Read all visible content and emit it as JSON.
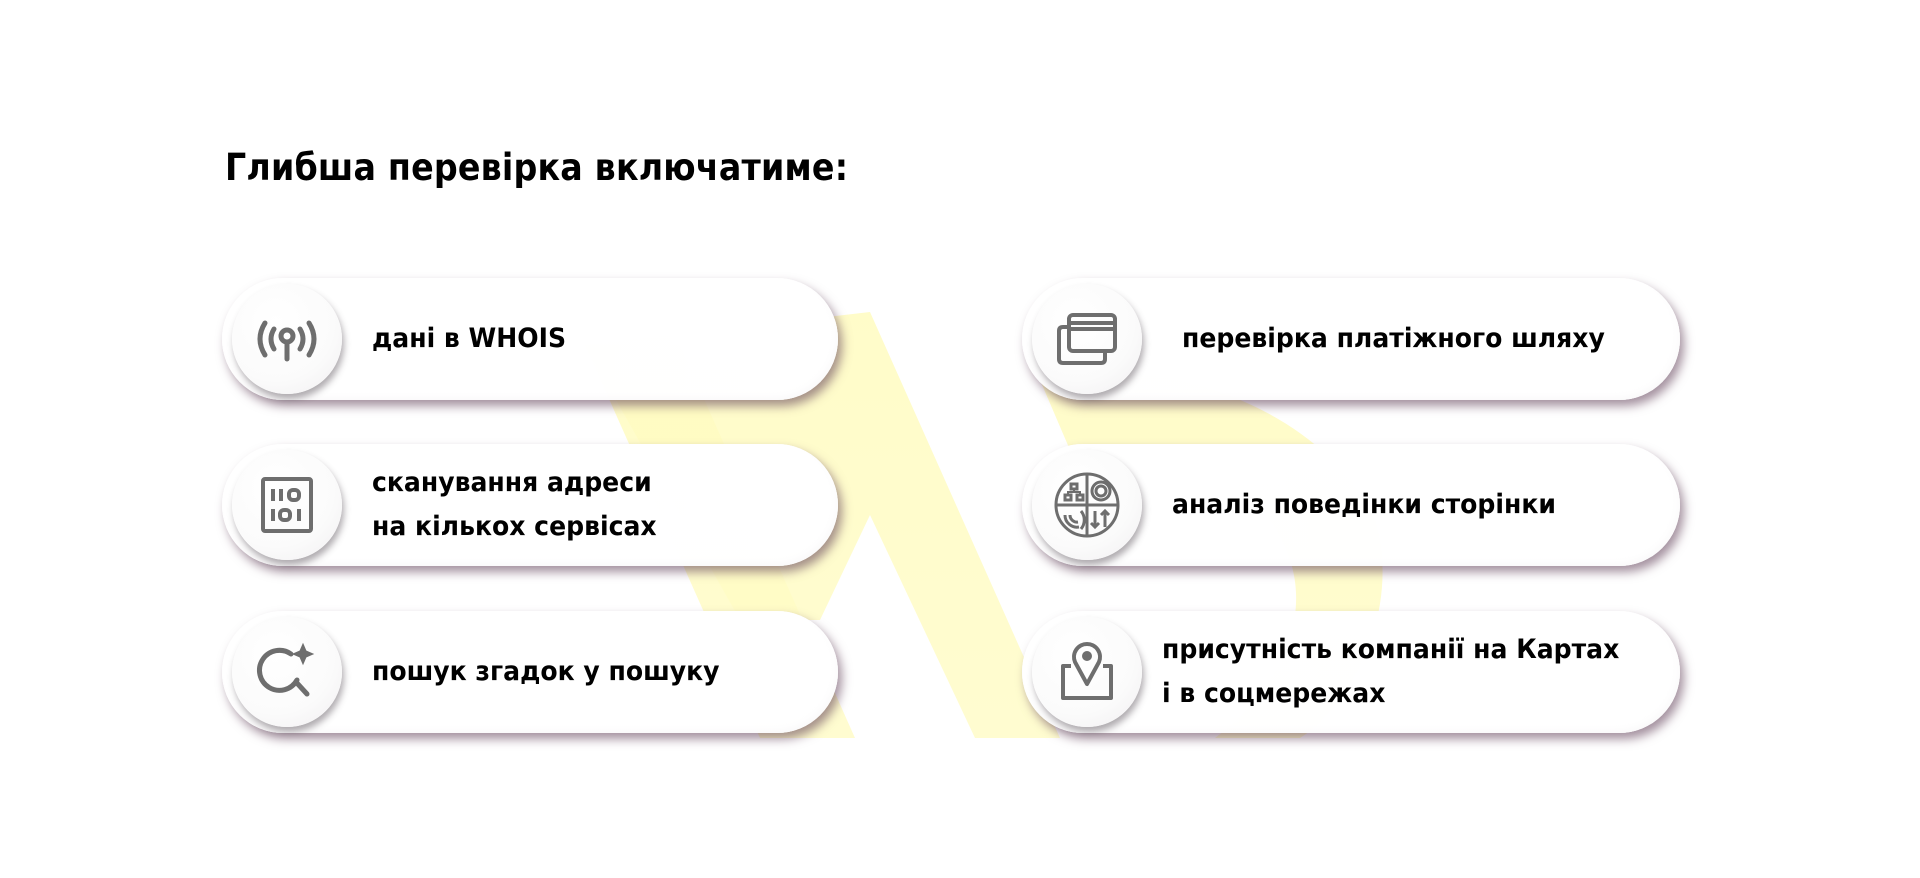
{
  "title": "Глибша перевірка включатиме:",
  "colors": {
    "watermark": "#fffbc2",
    "text": "#000000",
    "icon": "#6e6e6e",
    "card_shadow": "#5a3750"
  },
  "items": [
    {
      "id": "whois",
      "icon": "antenna-icon",
      "lines": [
        "дані в WHOIS"
      ]
    },
    {
      "id": "payment",
      "icon": "credit-cards-icon",
      "lines": [
        "перевірка платіжного шляху"
      ]
    },
    {
      "id": "scan",
      "icon": "binary-code-icon",
      "lines": [
        "сканування адреси",
        "на кількох сервісах"
      ]
    },
    {
      "id": "behavior",
      "icon": "behavior-analysis-icon",
      "lines": [
        "аналіз поведінки сторінки"
      ]
    },
    {
      "id": "mentions",
      "icon": "search-sparkle-icon",
      "lines": [
        "пошук згадок у пошуку"
      ]
    },
    {
      "id": "maps",
      "icon": "map-pin-icon",
      "lines": [
        "присутність компанії на Картах",
        "і в соцмережах"
      ]
    }
  ]
}
